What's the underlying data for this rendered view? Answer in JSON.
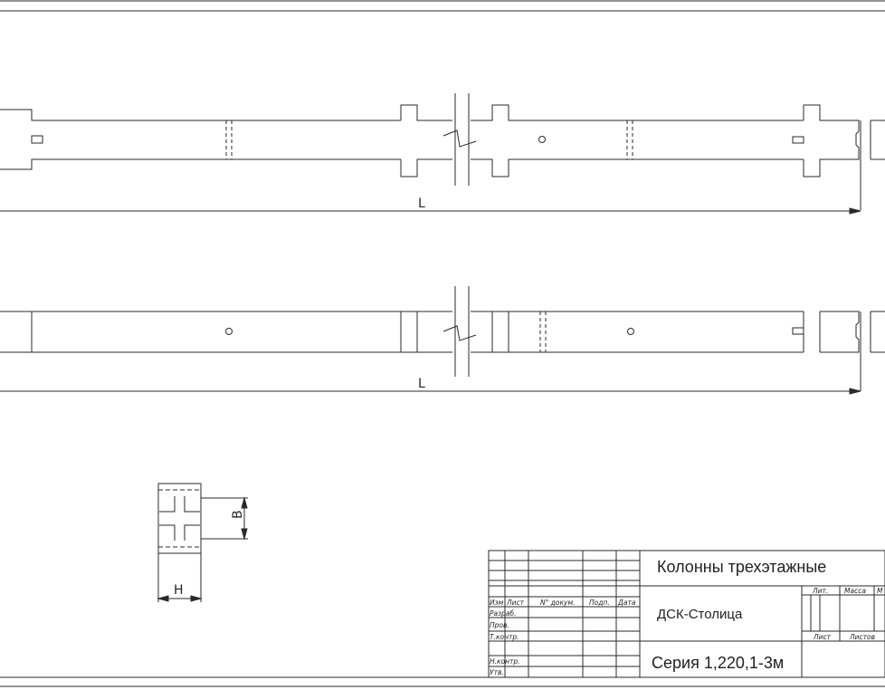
{
  "drawing": {
    "dimension_labels": {
      "length_top": "L",
      "length_bottom": "L",
      "width": "B",
      "height": "H"
    },
    "line_color": "#2a2a2a"
  },
  "title_block": {
    "product_name": "Колонны трехэтажные",
    "organization": "ДСК-Столица",
    "series": "Серия 1,220,1-3м",
    "columns": {
      "izm": "Изм",
      "list": "Лист",
      "doc_no": "N° докум.",
      "sign": "Подп.",
      "date": "Дата"
    },
    "roles": [
      "Разраб.",
      "Пров.",
      "Т.контр.",
      "Н.контр.",
      "Утв."
    ],
    "right_headers": {
      "lit": "Лит.",
      "mass": "Масса",
      "scale": "М",
      "sheet": "Лист",
      "sheets": "Листов"
    }
  }
}
